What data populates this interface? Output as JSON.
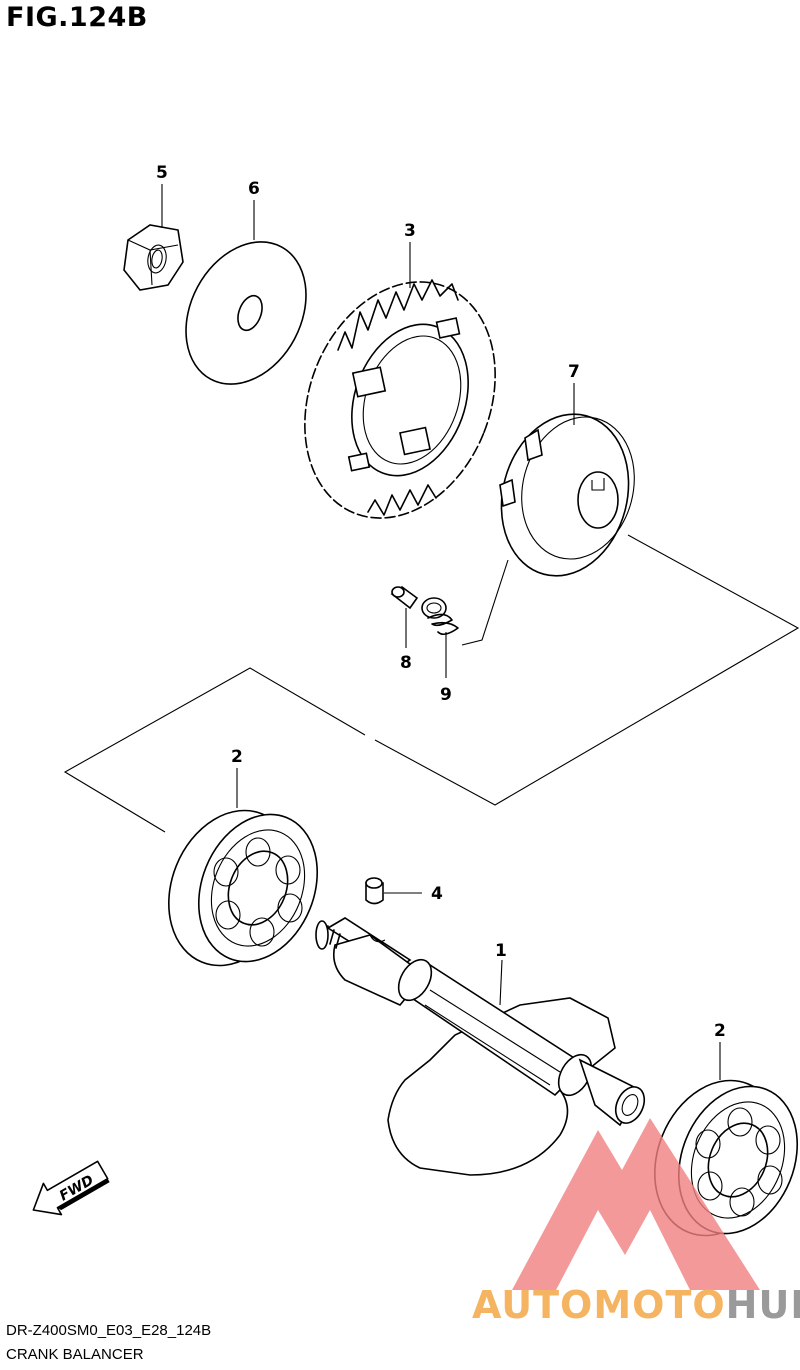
{
  "figure": {
    "title": "FIG.124B",
    "code": "DR-Z400SM0_E03_E28_124B",
    "name": "CRANK BALANCER",
    "fwd_label": "FWD"
  },
  "callouts": [
    {
      "id": "c1",
      "label": "1"
    },
    {
      "id": "c2a",
      "label": "2"
    },
    {
      "id": "c2b",
      "label": "2"
    },
    {
      "id": "c3",
      "label": "3"
    },
    {
      "id": "c4",
      "label": "4"
    },
    {
      "id": "c5",
      "label": "5"
    },
    {
      "id": "c6",
      "label": "6"
    },
    {
      "id": "c7",
      "label": "7"
    },
    {
      "id": "c8",
      "label": "8"
    },
    {
      "id": "c9",
      "label": "9"
    }
  ],
  "watermark": {
    "part1": "AUTOMOTO",
    "part2": "HUB",
    "colors": {
      "triangle": "#f08080",
      "text_orange": "#f5b461",
      "text_gray": "#9a9a9a"
    }
  }
}
